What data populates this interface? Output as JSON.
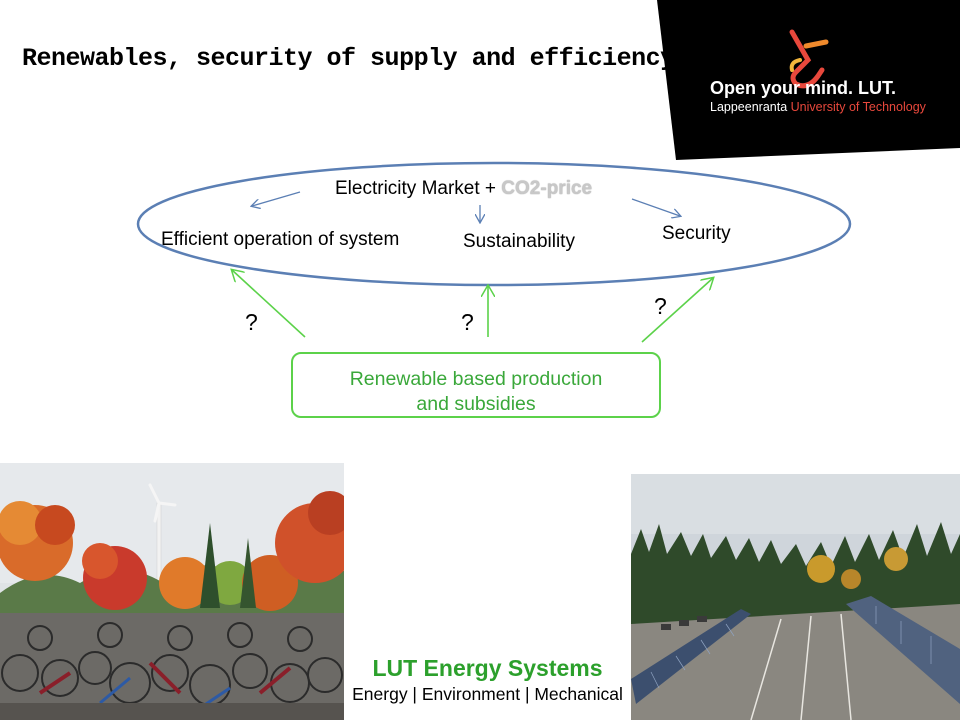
{
  "slide": {
    "title": "Renewables, security of supply  and efficiency"
  },
  "logo": {
    "tagline": "Open your mind. LUT.",
    "city": "Lappeenranta",
    "university": "University of Technology"
  },
  "diagram": {
    "top_label": "Electricity Market + ",
    "co2_label": "CO2-price",
    "goals": [
      "Efficient operation of system",
      "Sustainability",
      "Security"
    ],
    "question_marks": [
      "?",
      "?",
      "?"
    ],
    "renewable_box": [
      "Renewable based production",
      "and subsidies"
    ]
  },
  "footer": {
    "title": "LUT Energy Systems",
    "subtitle": "Energy | Environment | Mechanical"
  },
  "colors": {
    "green": "#3aa83a",
    "green_box": "#5cd24a",
    "ellipse_blue": "#5b7fb4",
    "logo_red": "#e8483c"
  }
}
